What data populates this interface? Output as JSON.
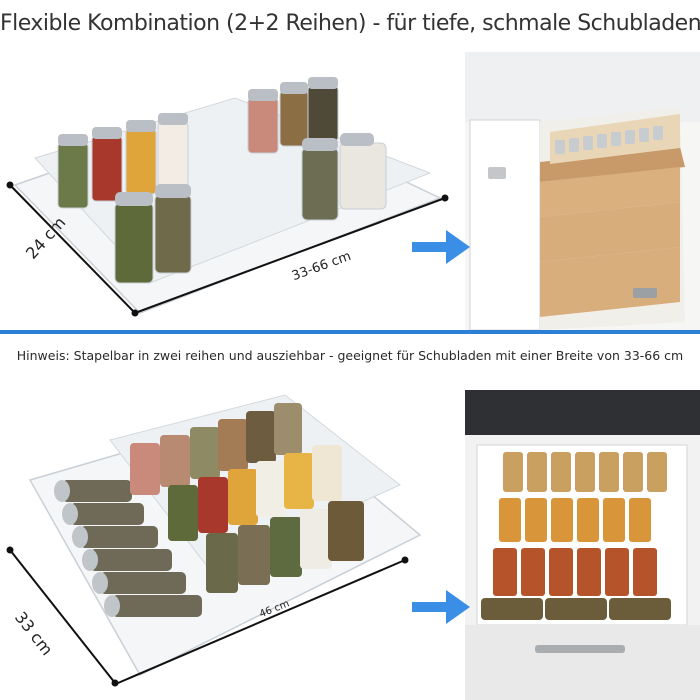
{
  "headline": "Flexible Kombination (2+2 Reihen) - für tiefe, schmale Schubladen",
  "hint": "Hinweis: Stapelbar in zwei reihen und ausziehbar - geeignet für Schubladen mit einer Breite von 33-66 cm",
  "top_panel": {
    "depth_label": "24 cm",
    "width_label": "33-66 cm"
  },
  "bottom_panel": {
    "depth_label": "33 cm",
    "width_label": "46 cm"
  },
  "colors": {
    "accent_blue": "#2b7fd4",
    "arrow_blue": "#3a8ee6"
  }
}
